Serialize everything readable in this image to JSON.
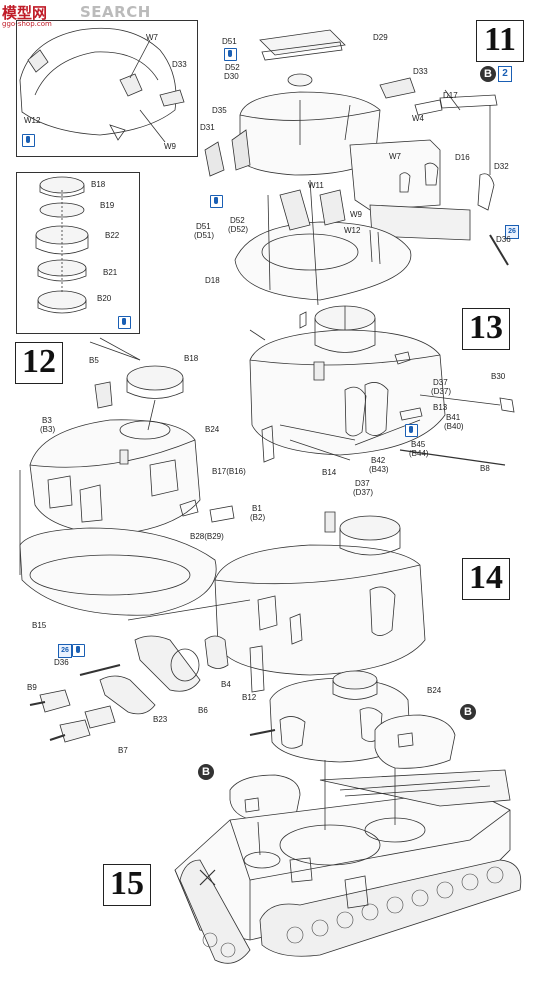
{
  "watermark": {
    "logo": "模型网",
    "search": "SEARCH",
    "url": "ggo-shop.com"
  },
  "steps": [
    "11",
    "12",
    "13",
    "14",
    "15"
  ],
  "badges": {
    "b": "B",
    "x2": "2"
  },
  "labels": {
    "W7a": "W7",
    "D33a": "D33",
    "W12a": "W12",
    "W9a": "W9",
    "D51": "D51",
    "D52": "D52",
    "D29": "D29",
    "D30": "D30",
    "D35": "D35",
    "D33b": "D33",
    "D17": "D17",
    "W4": "W4",
    "D31": "D31",
    "W7b": "W7",
    "D16": "D16",
    "D32": "D32",
    "W11": "W11",
    "W9b": "W9",
    "D52b": "D52",
    "D52c": "(D52)",
    "D51b": "D51",
    "D51c": "(D51)",
    "W12b": "W12",
    "D36": "D36",
    "D18": "D18",
    "B18a": "B18",
    "B19": "B19",
    "B22": "B22",
    "B21": "B21",
    "B20": "B20",
    "B5": "B5",
    "B18b": "B18",
    "B3": "B3",
    "B3b": "(B3)",
    "B24a": "B24",
    "B17": "B17(B16)",
    "B1": "B1",
    "B1b": "(B2)",
    "B28": "B28(B29)",
    "B15": "B15",
    "D37a": "D37",
    "D37b": "(D37)",
    "B30": "B30",
    "B13": "B13",
    "B41": "B41",
    "B41b": "(B40)",
    "B45": "B45",
    "B45b": "(B44)",
    "B42": "B42",
    "B42b": "(B43)",
    "B14": "B14",
    "D37c": "D37",
    "D37d": "(D37)",
    "B8": "B8",
    "D36b": "D36",
    "B9": "B9",
    "B23": "B23",
    "B6": "B6",
    "B4": "B4",
    "B12": "B12",
    "B7": "B7",
    "B24b": "B24"
  },
  "pins": {
    "hc1": "26",
    "hc2": "26"
  }
}
